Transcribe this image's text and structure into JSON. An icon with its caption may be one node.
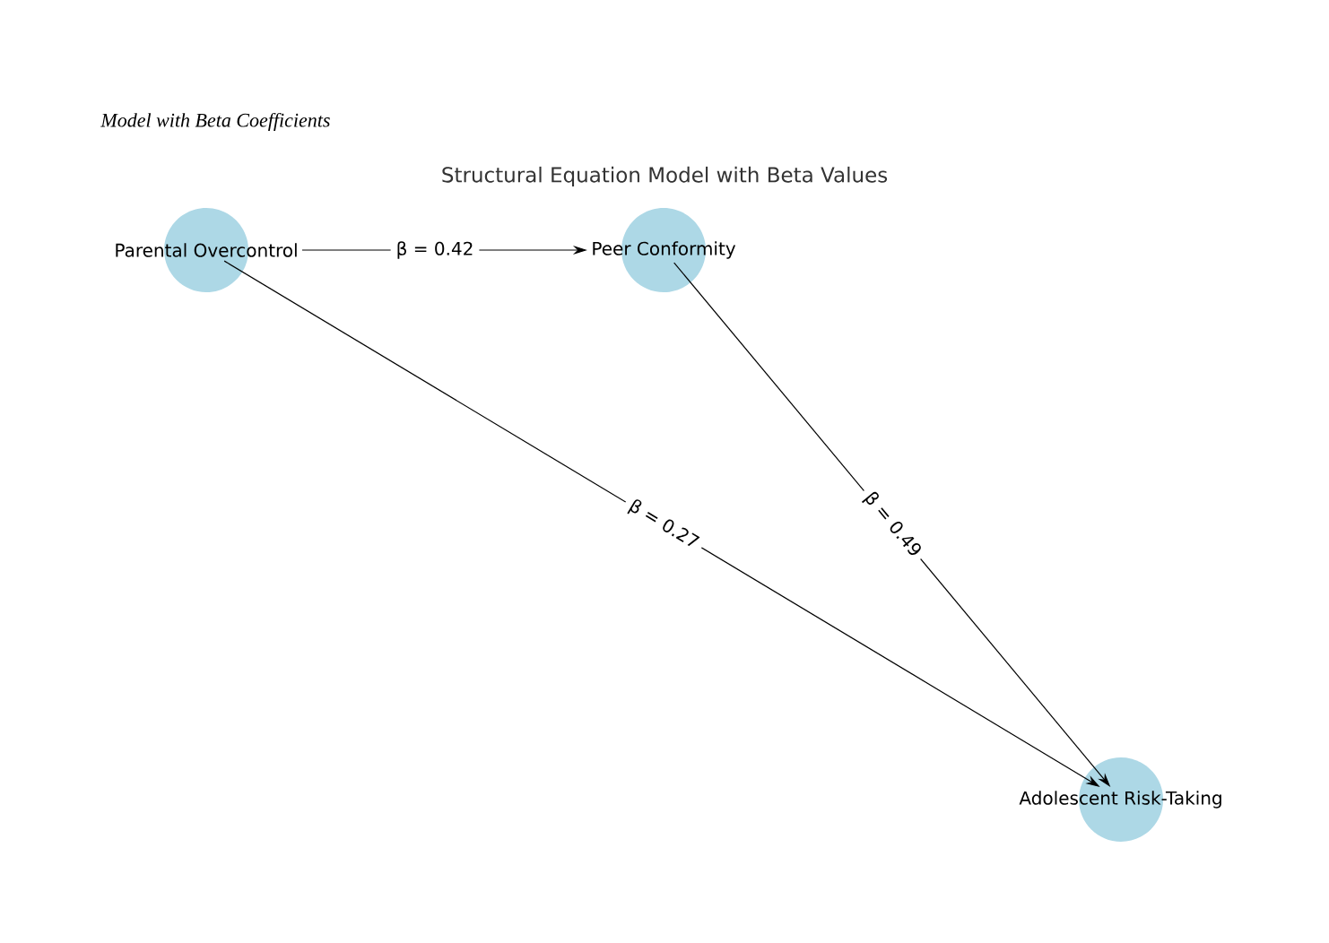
{
  "diagram": {
    "title": "Structural Equation Model with Beta Values",
    "nodes": [
      {
        "text": [
          "Parental Overcontrol"
        ]
      },
      {
        "text": [
          "Peer Conformity"
        ]
      },
      {
        "text": [
          "Adolescent Risk-Taking"
        ]
      }
    ],
    "edges": [
      {
        "from": 0,
        "to": 1,
        "arrow": "to",
        "label": "β = 0.42"
      },
      {
        "from": 0,
        "to": 2,
        "arrow": "to",
        "label": "β = 0.27"
      },
      {
        "from": 1,
        "to": 2,
        "arrow": "to",
        "label": "β = 0.49"
      }
    ],
    "labels": [
      "Model with Beta Coefficients"
    ]
  }
}
